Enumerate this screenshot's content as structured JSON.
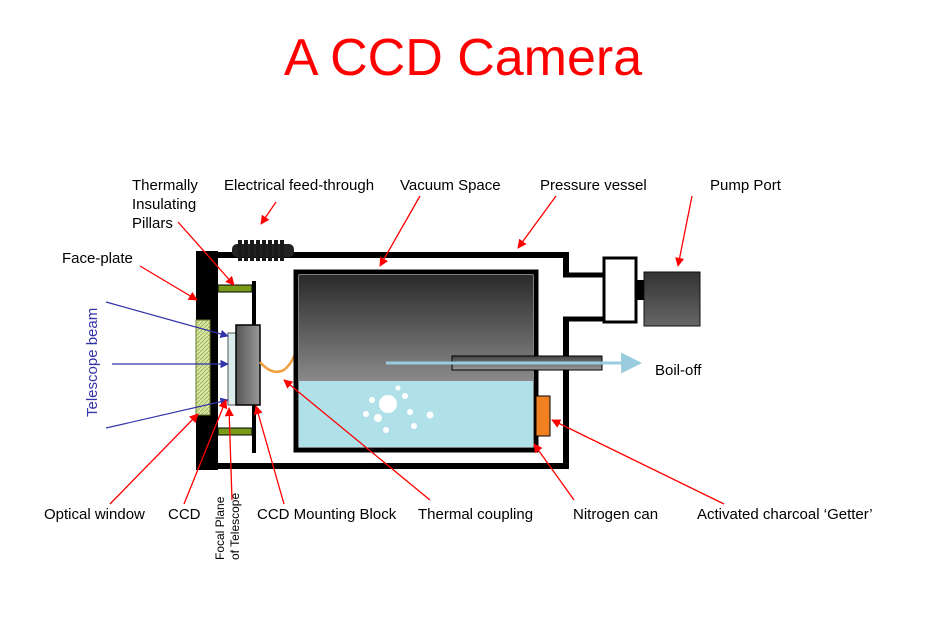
{
  "title": "A CCD Camera",
  "labels": {
    "thermally_line1": "Thermally",
    "thermally_line2": "Insulating",
    "thermally_line3": "Pillars",
    "electrical": "Electrical feed-through",
    "vacuum": "Vacuum Space",
    "pressure": "Pressure vessel",
    "pump": "Pump Port",
    "faceplate": "Face-plate",
    "telescope_beam": "Telescope beam",
    "boiloff": "Boil-off",
    "optical_window": "Optical window",
    "ccd": "CCD",
    "focal_line1": "Focal Plane",
    "focal_line2": "of Telescope",
    "mounting": "CCD Mounting Block",
    "thermal_coupling": "Thermal coupling",
    "nitrogen": "Nitrogen can",
    "charcoal": "Activated charcoal ‘Getter’"
  },
  "colors": {
    "title": "#ff0000",
    "arrow": "#ff0000",
    "beam": "#3333aa",
    "pillar": "#7a9a1a",
    "window": "#d8e8a0",
    "nitrogen": "#b0e0e8",
    "getter": "#f08020",
    "coupling": "#f0a040",
    "boiloff": "#99ccdd"
  }
}
